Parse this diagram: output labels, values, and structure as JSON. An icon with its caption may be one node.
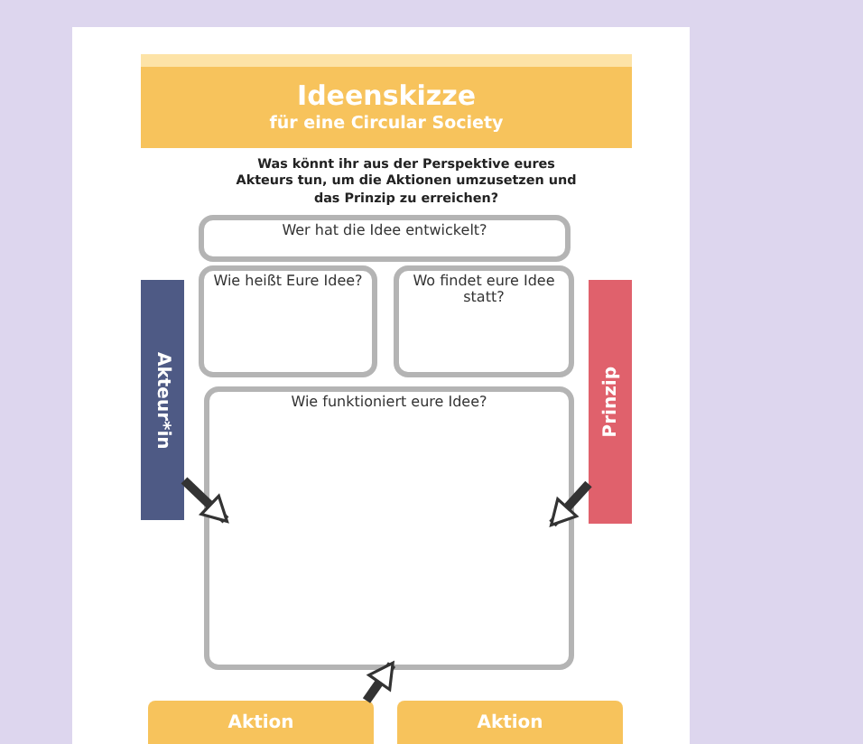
{
  "diagram": {
    "nodes": [
      {
        "text": [
          "Ideenskizze",
          "für eine Circular Society"
        ]
      },
      {
        "text": [
          "Wer hat die Idee entwickelt?"
        ]
      },
      {
        "text": [
          "Wie heißt Eure Idee?"
        ]
      },
      {
        "text": [
          "Wo findet eure Idee statt?"
        ]
      },
      {
        "text": [
          "Akteur*in"
        ]
      },
      {
        "text": [
          "Prinzip"
        ]
      },
      {
        "text": [
          "Wie funktioniert eure Idee?"
        ]
      },
      {
        "text": [
          "Aktion"
        ]
      },
      {
        "text": [
          "Aktion"
        ]
      }
    ],
    "edges": [
      {
        "from": 4,
        "to": 6,
        "arrow": "to"
      },
      {
        "from": 5,
        "to": 6,
        "arrow": "to"
      },
      {
        "from": 7,
        "to": 6,
        "arrow": "to"
      }
    ],
    "labels": [
      "Was könnt ihr aus der Perspektive eures Akteurs tun, um die Aktionen umzusetzen und das Prinzip zu erreichen?"
    ]
  }
}
